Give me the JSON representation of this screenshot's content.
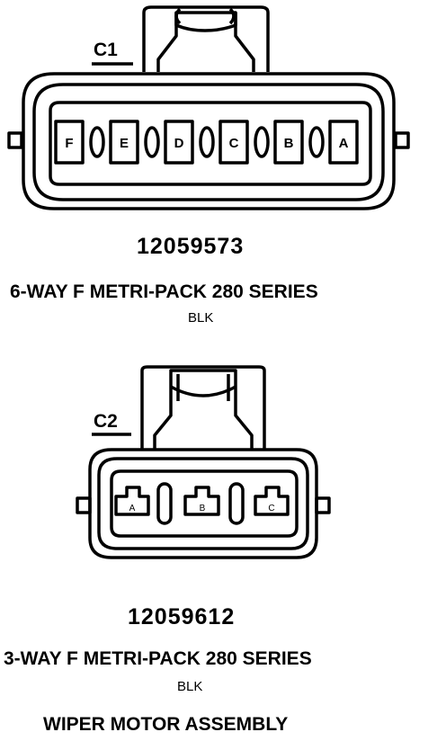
{
  "connectors": [
    {
      "id": "C1",
      "part_number": "12059573",
      "description": "6-WAY F METRI-PACK 280 SERIES",
      "color": "BLK",
      "cavities": [
        "F",
        "E",
        "D",
        "C",
        "B",
        "A"
      ]
    },
    {
      "id": "C2",
      "part_number": "12059612",
      "description": "3-WAY F METRI-PACK 280 SERIES",
      "color": "BLK",
      "cavities": [
        "A",
        "B",
        "C"
      ]
    }
  ],
  "assembly": "WIPER MOTOR ASSEMBLY"
}
